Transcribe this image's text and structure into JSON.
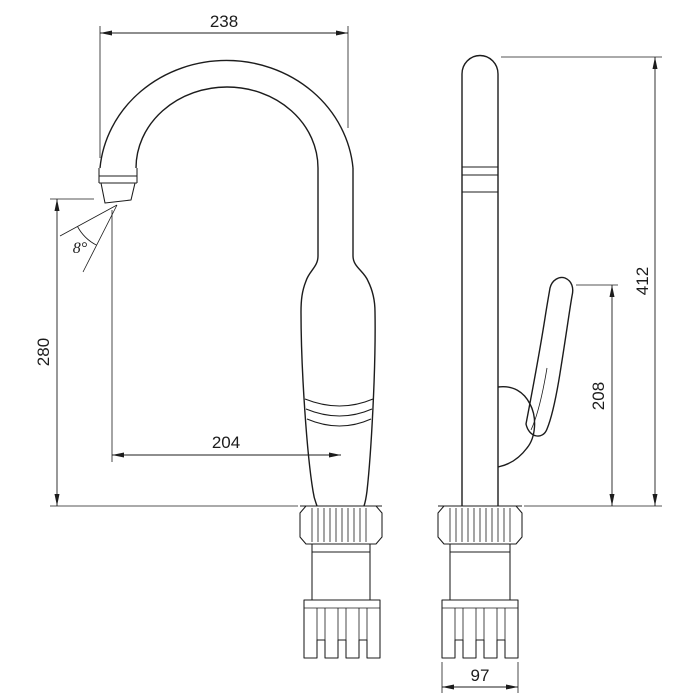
{
  "drawing": {
    "kind": "technical-dimension-drawing",
    "background_color": "#ffffff",
    "line_color": "#1c1c1c",
    "dimensions": {
      "spout_reach_overall": "238",
      "spout_outlet_reach": "204",
      "outlet_height": "280",
      "total_height": "412",
      "handle_height": "208",
      "base_width": "97",
      "spout_angle": "8°"
    }
  }
}
